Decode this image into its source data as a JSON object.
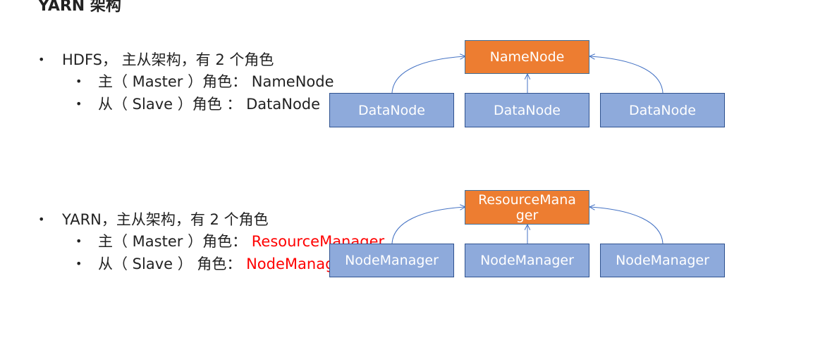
{
  "title": "YARN 架构",
  "hdfs": {
    "main_line": "HDFS，  主从架构，有 2 个角色",
    "master_prefix": "主（ Master ）角色：",
    "master_value": "NameNode",
    "slave_prefix": "从（ Slave ）角色  ：",
    "slave_value": "DataNode"
  },
  "yarn": {
    "main_line": "YARN，主从架构，有 2 个角色",
    "master_prefix": "主（ Master ）角色：",
    "master_value": "ResourceManager",
    "slave_prefix": "从（ Slave ）  角色：",
    "slave_value": "NodeManager"
  },
  "bullets": {
    "primary": "•",
    "secondary": "•"
  },
  "hdfs_diagram": {
    "master": "NameNode",
    "slaves": [
      "DataNode",
      "DataNode",
      "DataNode"
    ]
  },
  "yarn_diagram": {
    "master_line1": "ResourceMana",
    "master_line2": "ger",
    "slaves": [
      "NodeManager",
      "NodeManager",
      "NodeManager"
    ]
  },
  "colors": {
    "master_fill": "#ed7d31",
    "slave_fill": "#8eaadb",
    "arrow": "#4472c4",
    "highlight_text": "#ff0000"
  }
}
